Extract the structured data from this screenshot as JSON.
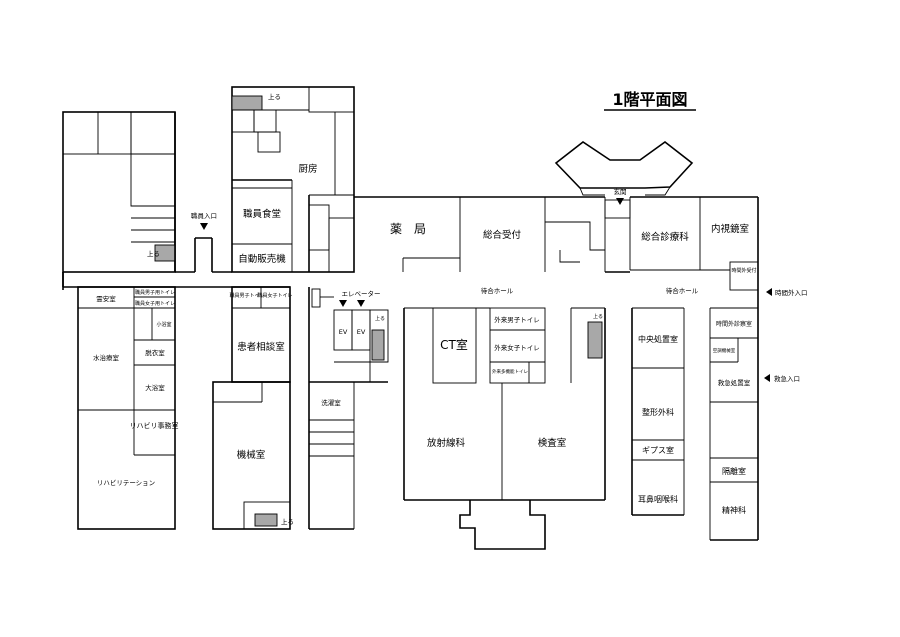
{
  "title": "1階平面図",
  "rooms": {
    "kitchen": "厨房",
    "staff_cafeteria": "職員食堂",
    "vending": "自動販売機",
    "pharmacy": "薬　局",
    "reception": "総合受付",
    "general_clinic": "総合診療科",
    "endoscopy": "内視鏡室",
    "after_hours_reception": "時間外受付",
    "mortuary": "霊安室",
    "hydrotherapy": "水治療室",
    "staff_toilet_m_small": "職員男子用トイレ",
    "staff_toilet_f_small": "職員女子用トイレ",
    "small_bath": "小浴室",
    "dressing": "脱衣室",
    "large_bath": "大浴室",
    "rehab_office": "リハビリ事務室",
    "rehabilitation": "リハビリテーション",
    "staff_toilet_m": "職員男子トイレ",
    "staff_toilet_f": "職員女子トイレ",
    "consultation": "患者相談室",
    "machine": "機械室",
    "elevator": "エレベーター",
    "ev1": "EV",
    "ev2": "EV",
    "laundry": "洗濯室",
    "ct": "CT室",
    "radiology": "放射線科",
    "waiting1": "待合ホール",
    "waiting2": "待合ホール",
    "out_toilet_m": "外来男子トイレ",
    "out_toilet_f": "外来女子トイレ",
    "out_toilet_multi": "外来多機能トイレ",
    "examination": "検査室",
    "central_treatment": "中央処置室",
    "orthopedics": "整形外科",
    "cast": "ギプス室",
    "ent": "耳鼻咽喉科",
    "after_hours_clinic": "時間外診察室",
    "ac_machine": "空調機械室",
    "emergency_treatment": "救急処置室",
    "isolation": "隔離室",
    "psychiatry": "精神科"
  },
  "entrances": {
    "staff": "職員入口",
    "main": "玄関",
    "after_hours": "時間外入口",
    "emergency": "救急入口"
  },
  "stairs": {
    "up": "上る"
  }
}
